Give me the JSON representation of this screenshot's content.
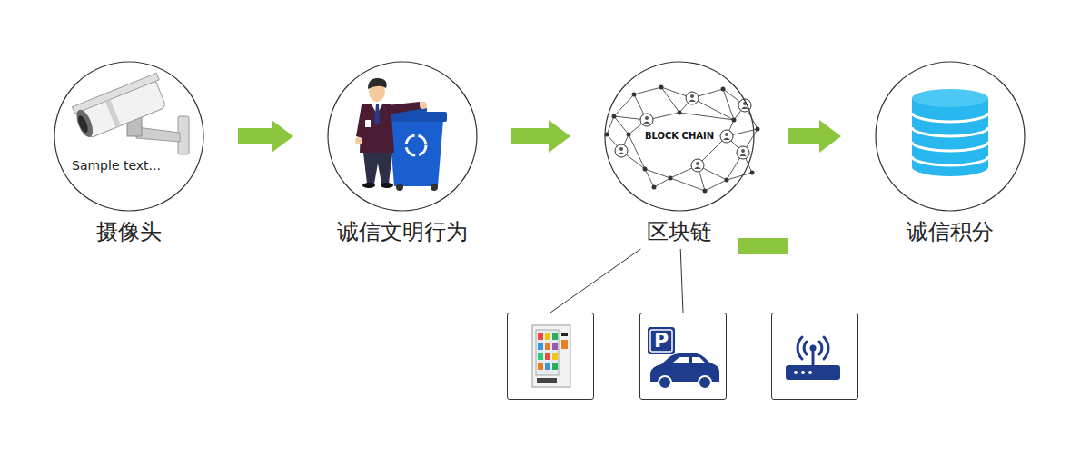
{
  "diagram": {
    "nodes": [
      {
        "text": [
          "摄像头",
          "Sample text..."
        ]
      },
      {
        "text": [
          "诚信文明行为"
        ]
      },
      {
        "text": [
          "区块链",
          "BLOCK CHAIN"
        ]
      },
      {
        "text": [
          "诚信积分"
        ]
      },
      {
        "text": []
      },
      {
        "text": [
          "P"
        ]
      },
      {
        "text": []
      }
    ],
    "edges": [
      {
        "from": 0,
        "to": 1,
        "arrow": "to"
      },
      {
        "from": 1,
        "to": 2,
        "arrow": "to"
      },
      {
        "from": 2,
        "to": 3,
        "arrow": "to"
      },
      {
        "from": 2,
        "to": 4,
        "arrow": "none"
      },
      {
        "from": 2,
        "to": 5,
        "arrow": "none"
      },
      {
        "from": 2,
        "to": 6,
        "arrow": "none"
      }
    ]
  }
}
